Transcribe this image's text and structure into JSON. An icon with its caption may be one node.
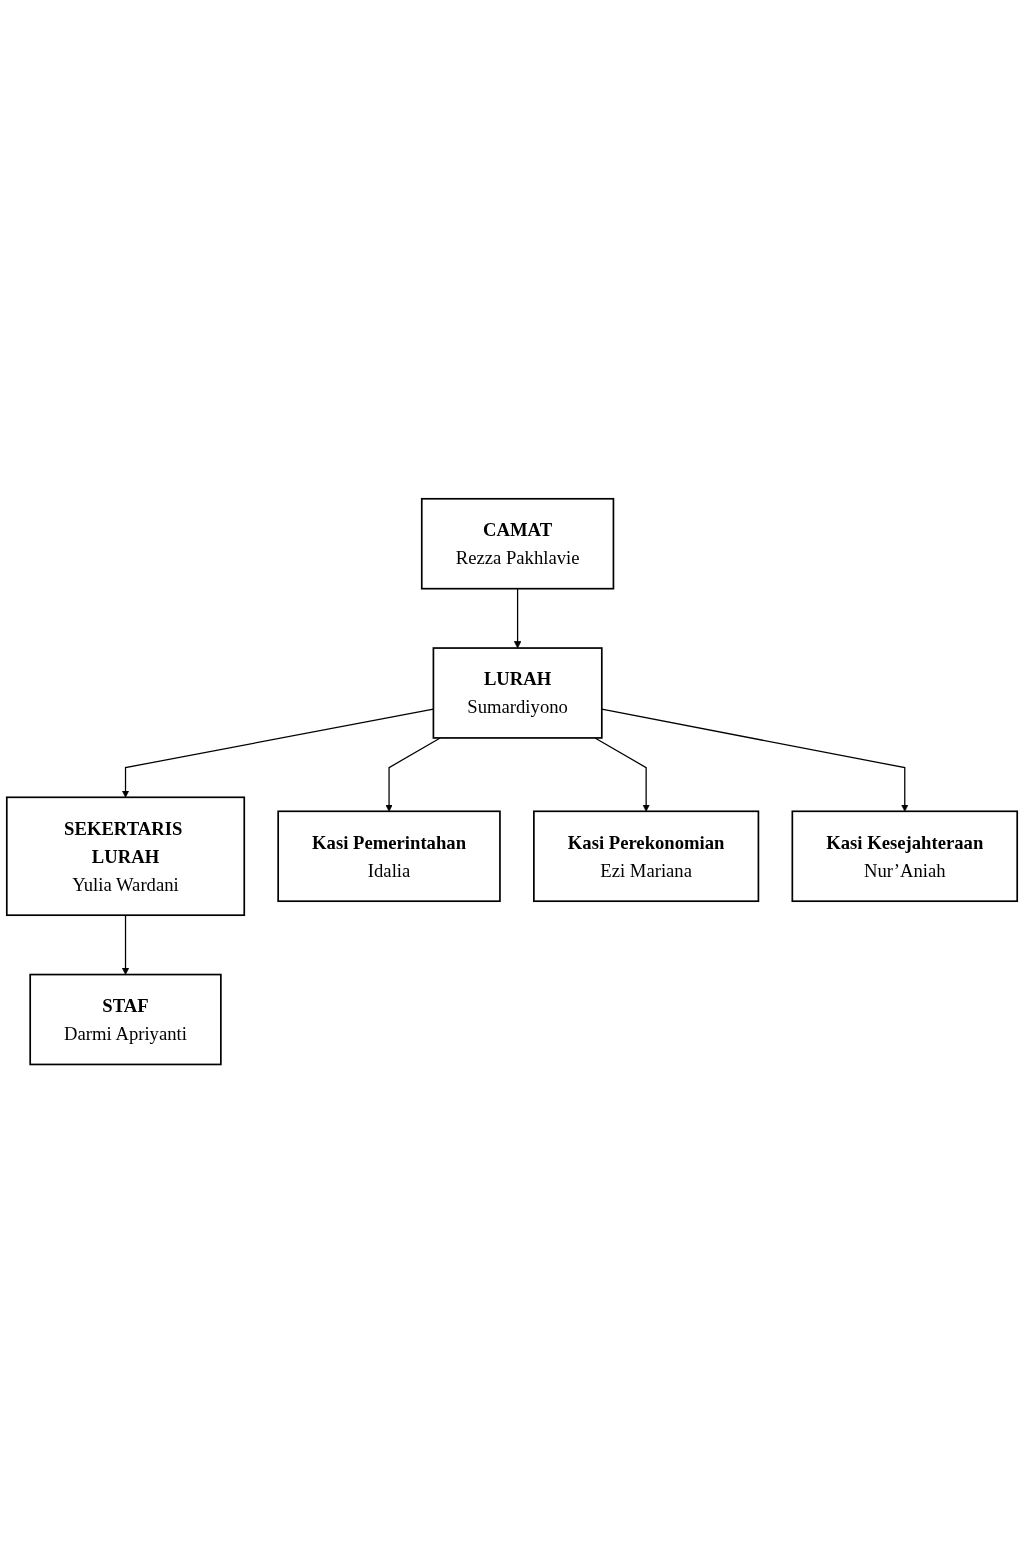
{
  "diagram": {
    "nodes": [
      {
        "text": [
          "CAMAT",
          "Rezza Pakhlavie"
        ]
      },
      {
        "text": [
          "LURAH",
          "Sumardiyono"
        ]
      },
      {
        "text": [
          "SEKERTARIS LURAH",
          "Yulia Wardani"
        ]
      },
      {
        "text": [
          "STAF",
          "Darmi Apriyanti"
        ]
      },
      {
        "text": [
          "Kasi Pemerintahan",
          "Idalia"
        ]
      },
      {
        "text": [
          "Kasi Perekonomian",
          "Ezi Mariana"
        ]
      },
      {
        "text": [
          "Kasi Kesejahteraan",
          "Nur’Aniah"
        ]
      }
    ],
    "edges": [
      {
        "from": 0,
        "to": 1,
        "arrow": "to"
      },
      {
        "from": 1,
        "to": 2,
        "arrow": "to"
      },
      {
        "from": 2,
        "to": 3,
        "arrow": "to"
      },
      {
        "from": 1,
        "to": 4,
        "arrow": "to"
      },
      {
        "from": 1,
        "to": 5,
        "arrow": "to"
      },
      {
        "from": 1,
        "to": 6,
        "arrow": "to"
      }
    ]
  }
}
